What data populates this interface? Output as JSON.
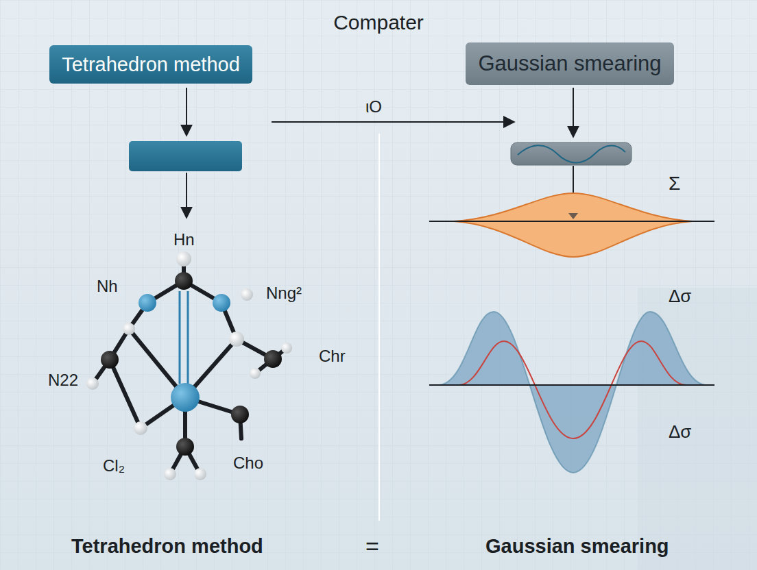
{
  "diagram": {
    "title": "Compater",
    "nodes": [
      {
        "text": [
          "Tetrahedron method"
        ]
      },
      {
        "text": [
          "Gaussian smearing"
        ]
      }
    ],
    "labels": [
      "ιO",
      "Hn",
      "Nh",
      "Nng²",
      "N22",
      "Chr",
      "Cl₂",
      "Cho",
      "Σ",
      "Δσ",
      "Δσ",
      "Tetrahedron method",
      "=",
      "Gaussian smearing"
    ]
  }
}
